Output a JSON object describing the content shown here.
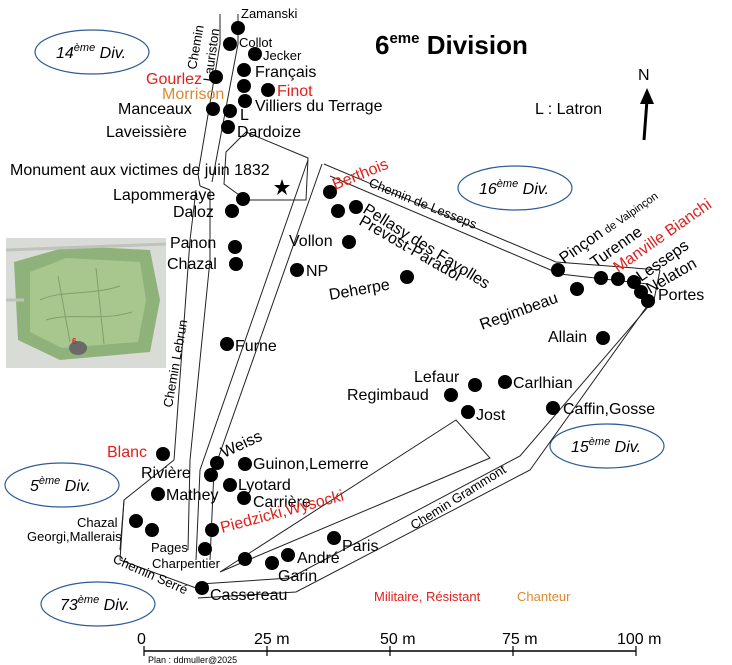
{
  "title": {
    "main": "6",
    "sup": "eme",
    "rest": " Division"
  },
  "north_label": "N",
  "latron_note": "L : Latron",
  "divisions": [
    {
      "num": "14",
      "sup": "ème",
      "label": " Div."
    },
    {
      "num": "16",
      "sup": "ème",
      "label": " Div."
    },
    {
      "num": "5",
      "sup": "ème",
      "label": " Div."
    },
    {
      "num": "15",
      "sup": "ème",
      "label": " Div."
    },
    {
      "num": "73",
      "sup": "ème",
      "label": " Div."
    }
  ],
  "roads": {
    "lauriston_1": "Chemin",
    "lauriston_2": "Lauriston",
    "lesseps": "Chemin de Lesseps",
    "lebrun": "Chemin Lebrun",
    "grammont": "Chemin Grammont",
    "serre": "Chemin Serré"
  },
  "monument": "Monument aux victimes de juin 1832",
  "graves": {
    "zamanski": "Zamanski",
    "collot": "Collot",
    "jecker": "Jecker",
    "francais": "Français",
    "gourlez": "Gourlez",
    "morrison": "Morrison",
    "finot": "Finot",
    "manceaux": "Manceaux",
    "villiers": "Villiers du Terrage",
    "l": "L",
    "laveissiere": "Laveissière",
    "dardoize": "Dardoize",
    "lapommeraye": "Lapommeraye",
    "daloz": "Daloz",
    "panon": "Panon",
    "chazal_top": "Chazal",
    "np": "NP",
    "berthois": "Berthois",
    "pellasy": "Pellasy des Fayolles",
    "prevost": "Prevost-Paradol",
    "vollon": "Vollon",
    "deherpe": "Deherpe",
    "pincon": "Pinçon",
    "pincon_small": "de Valpinçon",
    "turenne": "Turenne",
    "manville": "Manville Bianchi",
    "lesseps": "Lesseps",
    "nelaton": "Nelaton",
    "portes": "Portes",
    "regimbeau_right": "Regimbeau",
    "allain": "Allain",
    "furne": "Furne",
    "lefaur": "Lefaur",
    "carlhian": "Carlhian",
    "regimbaud": "Regimbaud",
    "jost": "Jost",
    "caffin": "Caffin,Gosse",
    "blanc": "Blanc",
    "weiss": "Weiss",
    "riviere": "Rivière",
    "guinon": "Guinon,Lemerre",
    "lyotard": "Lyotard",
    "mathey": "Mathey",
    "carriere": "Carrière",
    "chazal_bottom": "Chazal",
    "georgi": "Georgi,Mallerais",
    "piedzicki": "Piedzicki,Wysocki",
    "pages": "Pages",
    "charpentier": "Charpentier",
    "andre": "André",
    "paris": "Paris",
    "garin": "Garin",
    "cassereau": "Cassereau"
  },
  "legend": {
    "military": "Militaire, Résistant",
    "singer": "Chanteur"
  },
  "colors": {
    "military": "#e0201c",
    "singer": "#d98a30",
    "ellipse_border": "#2e5c97"
  },
  "scale": {
    "ticks": [
      "0",
      "25 m",
      "50 m",
      "75 m",
      "100 m"
    ],
    "credit": "Plan : ddmuller@2025"
  },
  "inset_map": {
    "marker": "6"
  }
}
